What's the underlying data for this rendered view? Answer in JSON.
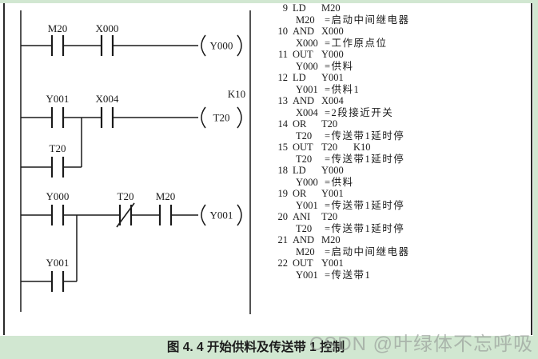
{
  "caption": {
    "text": "图 4. 4 开始供料及传送带 1 控制"
  },
  "watermark": {
    "text": "CSDN @叶绿体不忘呼吸"
  },
  "colors": {
    "page_bg": "#d1e7d1",
    "panel_bg": "#ffffff",
    "line": "#1a1a1a",
    "watermark": "#919693"
  },
  "ladder": {
    "labels": {
      "r1c1": "M20",
      "r1c2": "X000",
      "r1coil": "Y000",
      "r2c1": "Y001",
      "r2c2": "X004",
      "r2preset": "K10",
      "r2coil": "T20",
      "r2branch": "T20",
      "r3c1": "Y000",
      "r3c2": "T20",
      "r3c3": "M20",
      "r3coil": "Y001",
      "r3branch": "Y001"
    },
    "rungs": [
      {
        "contacts": [
          "M20 (NO)",
          "X000 (NO)"
        ],
        "coil": "Y000"
      },
      {
        "contacts": [
          "Y001 (NO)",
          "X004 (NO)"
        ],
        "parallel_branch": "T20 (NO) in parallel with Y001",
        "coil": "T20",
        "preset": "K10"
      },
      {
        "contacts": [
          "Y000 (NO)",
          "T20 (NC)",
          "M20 (NO)"
        ],
        "parallel_branch": "Y001 (NO) in parallel with Y000",
        "coil": "Y001"
      }
    ]
  },
  "program": {
    "lines": [
      {
        "num": "9",
        "mn": "LD",
        "arg": "M20"
      },
      {
        "name": "M20",
        "text": "=启动中间继电器"
      },
      {
        "num": "10",
        "mn": "AND",
        "arg": "X000"
      },
      {
        "name": "X000",
        "text": "=工作原点位"
      },
      {
        "num": "11",
        "mn": "OUT",
        "arg": "Y000"
      },
      {
        "name": "Y000",
        "text": "=供料"
      },
      {
        "num": "12",
        "mn": "LD",
        "arg": "Y001"
      },
      {
        "name": "Y001",
        "text": "=供料1"
      },
      {
        "num": "13",
        "mn": "AND",
        "arg": "X004"
      },
      {
        "name": "X004",
        "text": "=2段接近开关"
      },
      {
        "num": "14",
        "mn": "OR",
        "arg": "T20"
      },
      {
        "name": "T20",
        "text": "=传送带1延时停"
      },
      {
        "num": "15",
        "mn": "OUT",
        "arg": "T20",
        "extra": "K10"
      },
      {
        "name": "T20",
        "text": "=传送带1延时停"
      },
      {
        "num": "18",
        "mn": "LD",
        "arg": "Y000"
      },
      {
        "name": "Y000",
        "text": "=供料"
      },
      {
        "num": "19",
        "mn": "OR",
        "arg": "Y001"
      },
      {
        "name": "Y001",
        "text": "=传送带1延时停"
      },
      {
        "num": "20",
        "mn": "ANI",
        "arg": "T20"
      },
      {
        "name": "T20",
        "text": "=传送带1延时停"
      },
      {
        "num": "21",
        "mn": "AND",
        "arg": "M20"
      },
      {
        "name": "M20",
        "text": "=启动中间继电器"
      },
      {
        "num": "22",
        "mn": "OUT",
        "arg": "Y001"
      },
      {
        "name": "Y001",
        "text": "=传送带1"
      }
    ]
  }
}
